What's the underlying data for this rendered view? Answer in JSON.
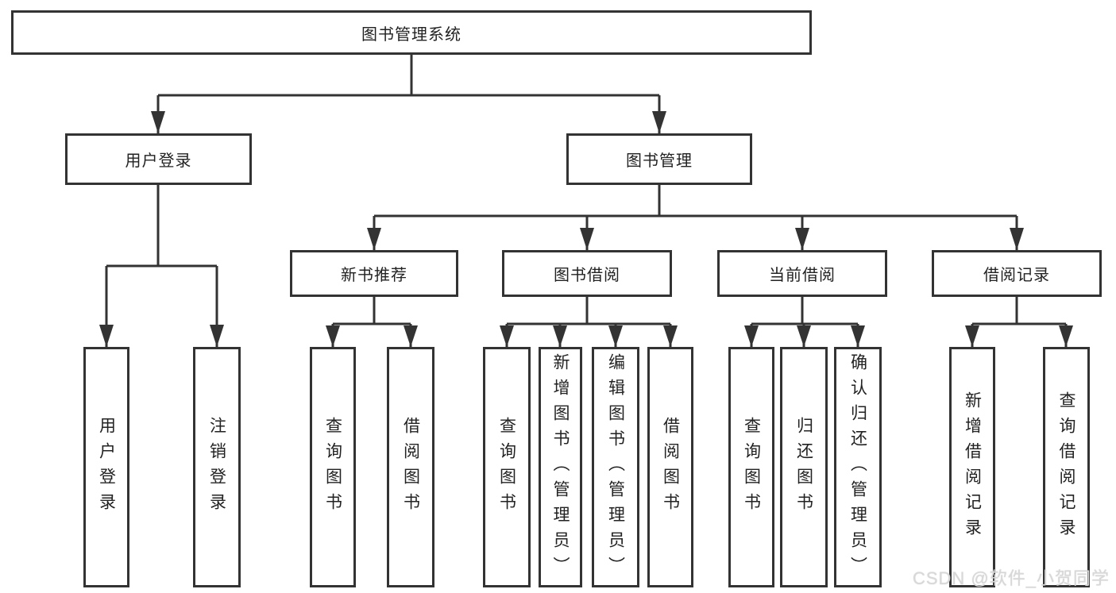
{
  "diagram": {
    "root": {
      "label": "图书管理系统"
    },
    "level2": [
      {
        "id": "user-login",
        "label": "用户登录",
        "parent": "图书管理系统"
      },
      {
        "id": "book-management",
        "label": "图书管理",
        "parent": "图书管理系统"
      }
    ],
    "level3": [
      {
        "id": "new-book-recommend",
        "label": "新书推荐",
        "parent": "图书管理"
      },
      {
        "id": "book-borrowing",
        "label": "图书借阅",
        "parent": "图书管理"
      },
      {
        "id": "current-borrowing",
        "label": "当前借阅",
        "parent": "图书管理"
      },
      {
        "id": "borrow-records",
        "label": "借阅记录",
        "parent": "图书管理"
      }
    ],
    "leaves": [
      {
        "label": "用户登录",
        "parent": "用户登录"
      },
      {
        "label": "注销登录",
        "parent": "用户登录"
      },
      {
        "label": "查询图书",
        "parent": "新书推荐"
      },
      {
        "label": "借阅图书",
        "parent": "新书推荐"
      },
      {
        "label": "查询图书",
        "parent": "图书借阅"
      },
      {
        "label": "新增图书（管理员）",
        "parent": "图书借阅"
      },
      {
        "label": "编辑图书（管理员）",
        "parent": "图书借阅"
      },
      {
        "label": "借阅图书",
        "parent": "图书借阅"
      },
      {
        "label": "查询图书",
        "parent": "当前借阅"
      },
      {
        "label": "归还图书",
        "parent": "当前借阅"
      },
      {
        "label": "确认归还（管理员）",
        "parent": "当前借阅"
      },
      {
        "label": "新增借阅记录",
        "parent": "借阅记录"
      },
      {
        "label": "查询借阅记录",
        "parent": "借阅记录"
      }
    ]
  },
  "watermark": {
    "text": "CSDN @软件_小贺同学"
  },
  "colors": {
    "line": "#333333",
    "box_border": "#333333",
    "background": "#ffffff",
    "text": "#222222",
    "watermark": "#d8d8d8"
  }
}
